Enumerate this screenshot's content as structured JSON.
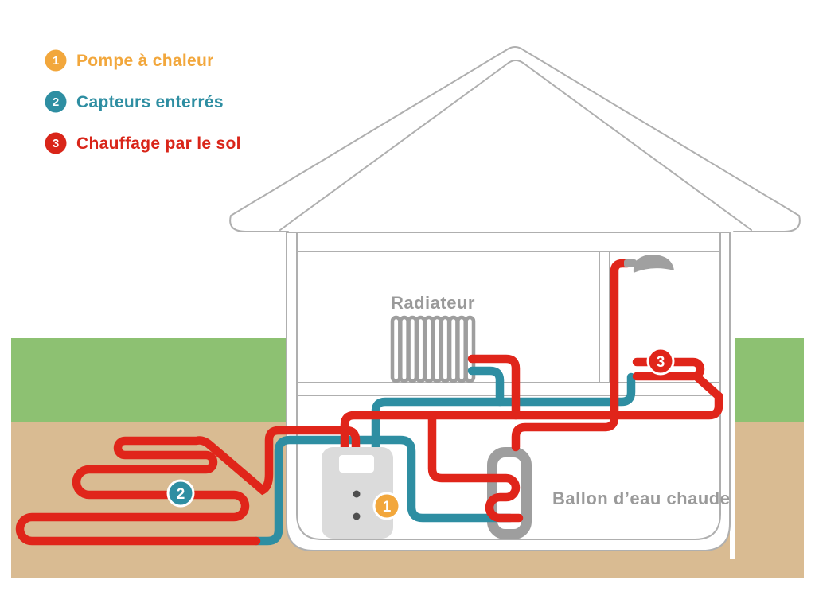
{
  "legend": {
    "items": [
      {
        "number": "1",
        "label": "Pompe à chaleur"
      },
      {
        "number": "2",
        "label": "Capteurs enterrés"
      },
      {
        "number": "3",
        "label": "Chauffage par le sol"
      }
    ]
  },
  "labels": {
    "radiator": "Radiateur",
    "water_tank": "Ballon d’eau chaude"
  },
  "badges": {
    "pump": "1",
    "collectors": "2",
    "floor_heating": "3"
  },
  "colors": {
    "hot": "#E0251A",
    "cold": "#2E8EA2",
    "orange": "#F2A73C",
    "legend_red": "#D92519",
    "grass": "#8DC172",
    "soil": "#D9BB92",
    "outline": "#AFAFAF",
    "device": "#9E9E9E",
    "pump_body": "#DBDBDB",
    "label_text": "#9A9A9A"
  }
}
